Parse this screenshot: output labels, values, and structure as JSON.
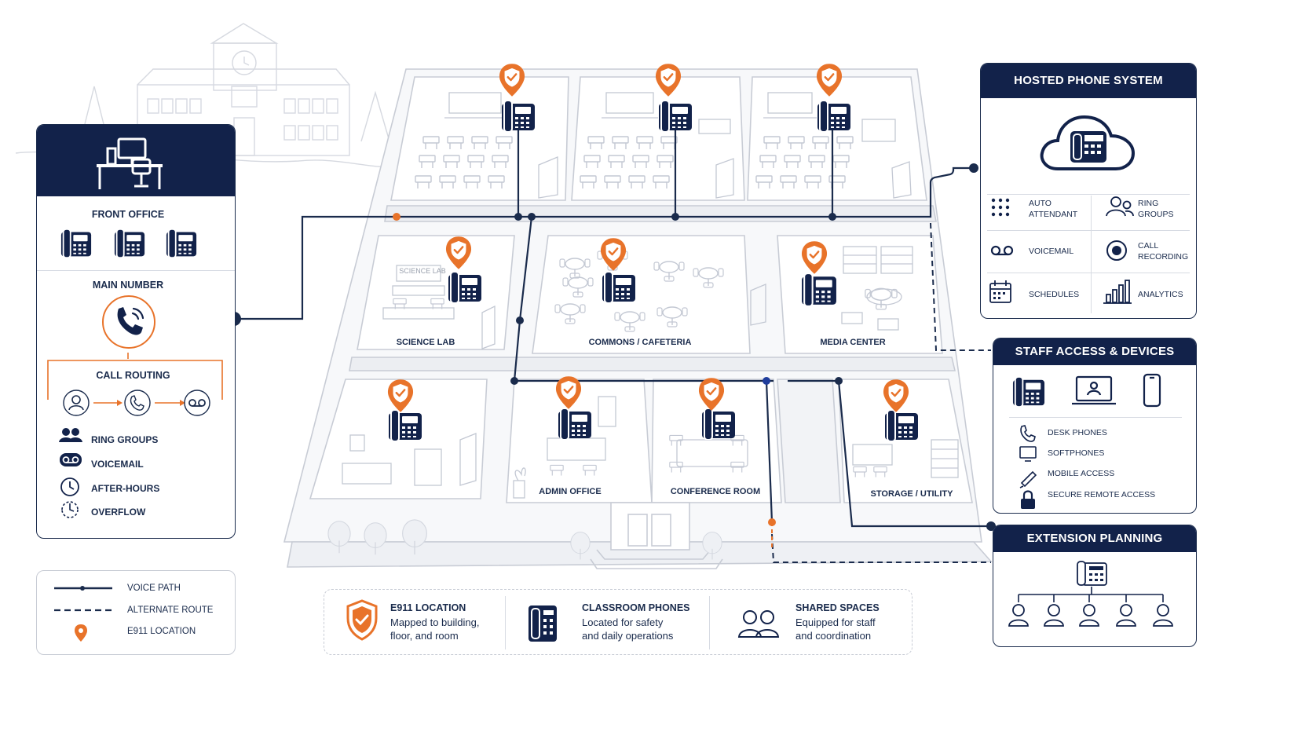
{
  "colors": {
    "navy": "#12224a",
    "orange": "#e8732a",
    "line": "#1a2b4c",
    "sketch": "#c3c8d3"
  },
  "rooms": {
    "science_lab": "SCIENCE LAB",
    "commons": "COMMONS / CAFETERIA",
    "media_center": "MEDIA CENTER",
    "admin_office": "ADMIN OFFICE",
    "conference_room": "CONFERENCE ROOM",
    "storage": "STORAGE / UTILITY",
    "lab_sign": "SCIENCE LAB"
  },
  "front_office": {
    "icon": "desk-workstation-icon",
    "title": "FRONT OFFICE",
    "main_number": "MAIN NUMBER",
    "call_routing": "CALL ROUTING",
    "features": [
      {
        "icon": "ring-groups-icon",
        "label": "RING GROUPS"
      },
      {
        "icon": "voicemail-icon",
        "label": "VOICEMAIL"
      },
      {
        "icon": "clock-icon",
        "label": "AFTER-HOURS"
      },
      {
        "icon": "overflow-icon",
        "label": "OVERFLOW"
      }
    ]
  },
  "legend": {
    "voice_path": "VOICE PATH",
    "alternate_route": "ALTERNATE ROUTE",
    "e911_location": "E911 LOCATION"
  },
  "hosted": {
    "title": "HOSTED PHONE SYSTEM",
    "features": [
      {
        "icon": "auto-attendant-icon",
        "label": "AUTO ATTENDANT"
      },
      {
        "icon": "ring-groups-icon",
        "label": "RING GROUPS"
      },
      {
        "icon": "voicemail-icon",
        "label": "VOICEMAIL"
      },
      {
        "icon": "call-recording-icon",
        "label": "CALL RECORDING"
      },
      {
        "icon": "calendar-icon",
        "label": "SCHEDULES"
      },
      {
        "icon": "analytics-icon",
        "label": "ANALYTICS"
      }
    ]
  },
  "staff": {
    "title": "STAFF ACCESS & DEVICES",
    "items": [
      {
        "icon": "handset-icon",
        "label": "DESK PHONES"
      },
      {
        "icon": "monitor-icon",
        "label": "SOFTPHONES"
      },
      {
        "icon": "mobile-icon",
        "label": "MOBILE ACCESS"
      },
      {
        "icon": "lock-icon",
        "label": "SECURE REMOTE ACCESS"
      }
    ]
  },
  "extension": {
    "title": "EXTENSION PLANNING"
  },
  "info": [
    {
      "icon": "shield-check-icon",
      "title": "E911 LOCATION",
      "line1": "Mapped to building,",
      "line2": "floor, and room"
    },
    {
      "icon": "classroom-phone-icon",
      "title": "CLASSROOM PHONES",
      "line1": "Located for safety",
      "line2": "and daily operations"
    },
    {
      "icon": "people-icon",
      "title": "SHARED SPACES",
      "line1": "Equipped for staff",
      "line2": "and coordination"
    }
  ]
}
